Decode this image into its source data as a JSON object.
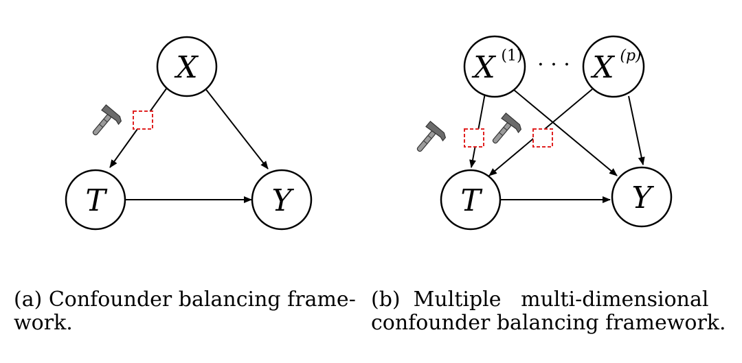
{
  "panel_a": {
    "nodes": {
      "x": "X",
      "t": "T",
      "y": "Y"
    },
    "caption_line1": "(a) Confounder balancing frame-",
    "caption_line2": "work."
  },
  "panel_b": {
    "nodes": {
      "x1": "X",
      "x1_sup": "(1)",
      "xp": "X",
      "xp_sup": "(p)",
      "ellipsis": "· · ·",
      "t": "T",
      "y": "Y"
    },
    "caption_line1": "(b)  Multiple   multi-dimensional",
    "caption_line2": "confounder balancing framework."
  },
  "colors": {
    "edge": "#000000",
    "balance_box": "#e02020",
    "hammer_head": "#6b6b6b",
    "hammer_handle": "#8a8a8a"
  },
  "icons": [
    "hammer-icon"
  ]
}
